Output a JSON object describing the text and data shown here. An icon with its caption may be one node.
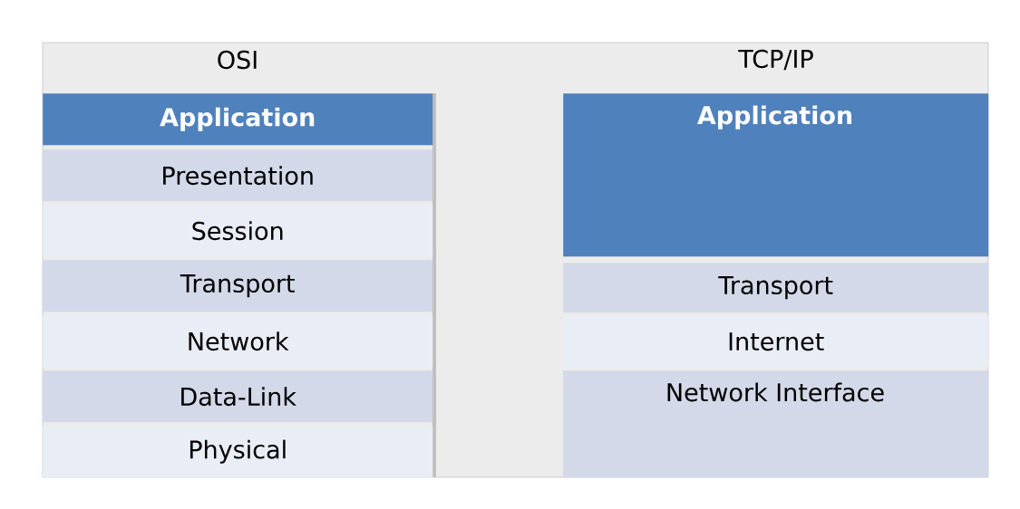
{
  "diagram": {
    "nodes": [
      {
        "text": [
          "Application"
        ]
      },
      {
        "text": [
          "Presentation"
        ]
      },
      {
        "text": [
          "Session"
        ]
      },
      {
        "text": [
          "Transport"
        ]
      },
      {
        "text": [
          "Network"
        ]
      },
      {
        "text": [
          "Data-Link"
        ]
      },
      {
        "text": [
          "Physical"
        ]
      },
      {
        "text": [
          "Application"
        ]
      },
      {
        "text": [
          "Transport"
        ]
      },
      {
        "text": [
          "Internet"
        ]
      },
      {
        "text": [
          "Network Interface"
        ]
      }
    ],
    "labels": [
      "OSI",
      "TCP/IP"
    ]
  }
}
